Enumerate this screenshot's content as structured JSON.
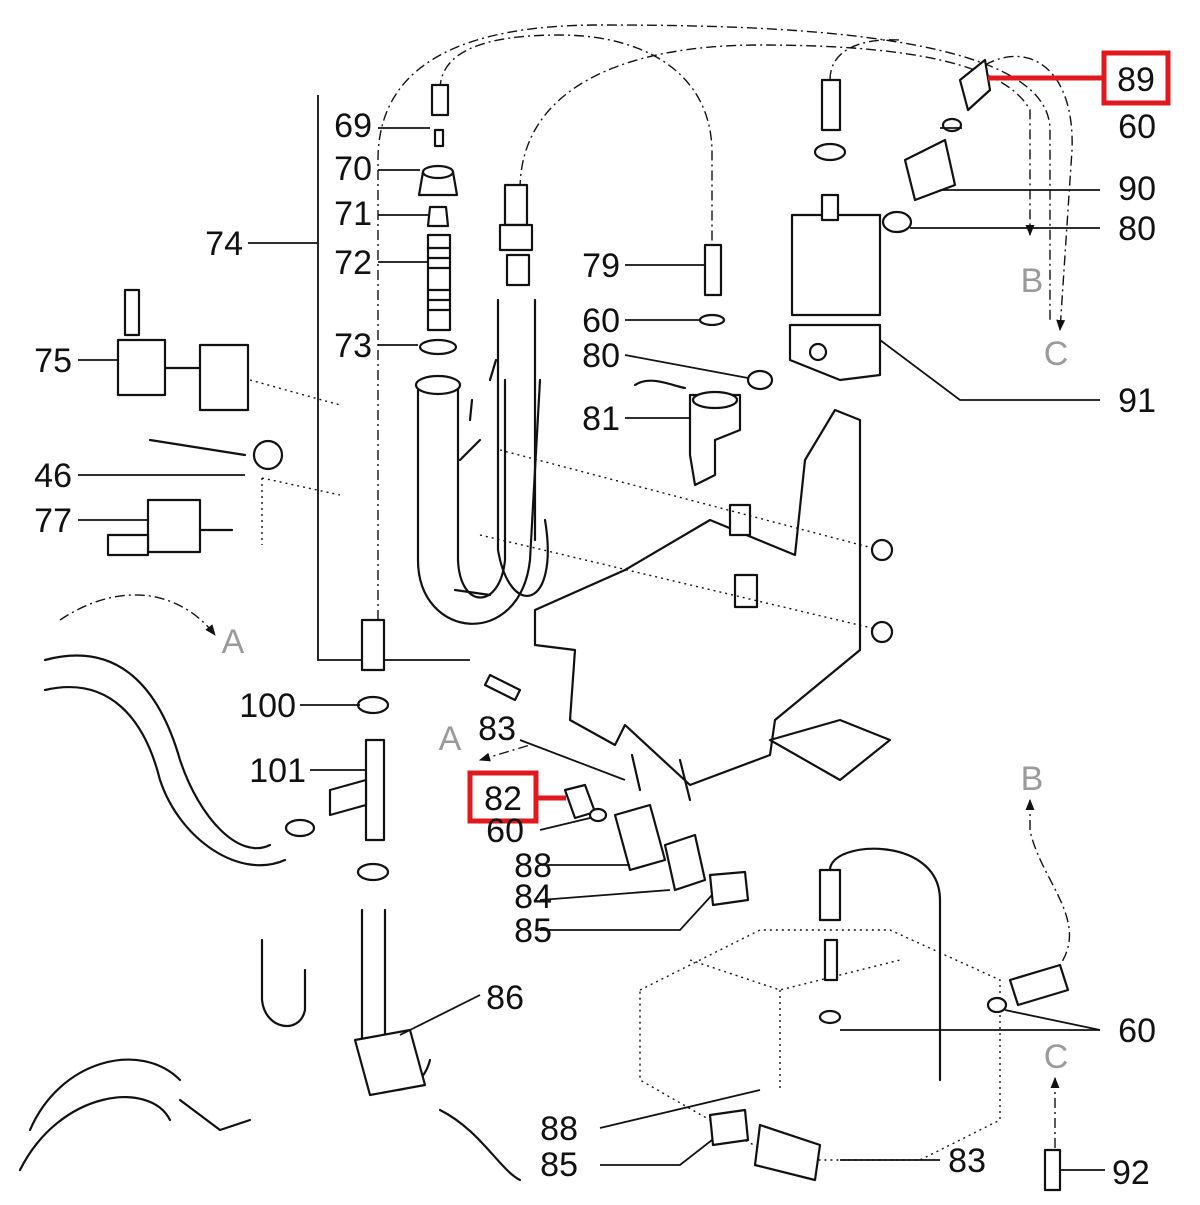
{
  "colors": {
    "highlight": "#e0191e",
    "ink": "#111111",
    "ref": "#9a9a9a"
  },
  "labels": {
    "p69": "69",
    "p70": "70",
    "p71": "71",
    "p72": "72",
    "p73": "73",
    "p74": "74",
    "p75": "75",
    "p46": "46",
    "p77": "77",
    "p79": "79",
    "p60a": "60",
    "p80a": "80",
    "p81": "81",
    "p89": "89",
    "p60b": "60",
    "p90": "90",
    "p80b": "80",
    "p91": "91",
    "p100": "100",
    "p101": "101",
    "p83a": "83",
    "p82": "82",
    "p60c": "60",
    "p88a": "88",
    "p84": "84",
    "p85a": "85",
    "p86": "86",
    "p60d": "60",
    "p88b": "88",
    "p85b": "85",
    "p83b": "83",
    "p92": "92"
  },
  "refs": {
    "a1": "A",
    "a2": "A",
    "b1": "B",
    "b2": "B",
    "c1": "C",
    "c2": "C"
  }
}
